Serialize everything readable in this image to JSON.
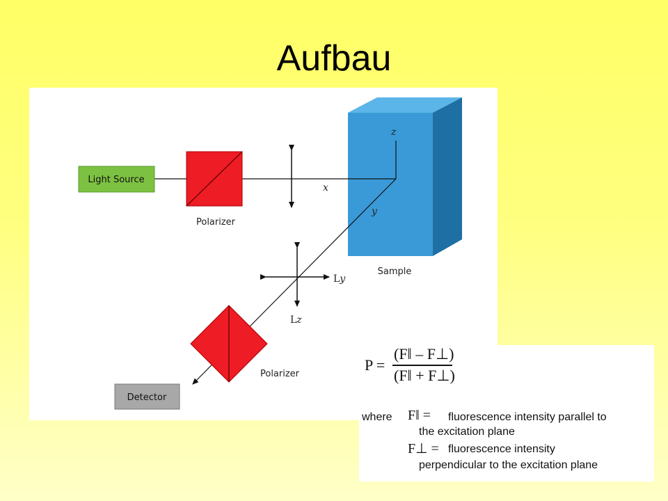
{
  "slide": {
    "title": "Aufbau"
  },
  "diagram": {
    "light_source_label": "Light Source",
    "polarizer1_label": "Polarizer",
    "polarizer2_label": "Polarizer",
    "sample_label": "Sample",
    "detector_label": "Detector",
    "axis_x": "x",
    "axis_y": "y",
    "axis_z": "z",
    "ly_label_prefix": "L",
    "ly_label_axis": "y",
    "lz_label_prefix": "L",
    "lz_label_axis": "z",
    "colors": {
      "light_source_fill": "#7dc142",
      "polarizer_fill": "#ee1c24",
      "sample_front": "#3a9ad8",
      "sample_side": "#1e6fa3",
      "sample_top": "#5cb5e8",
      "detector_fill": "#a8a8a8"
    }
  },
  "formula": {
    "lhs": "P =",
    "numerator": "(F‖ – F⊥)",
    "denominator": "(F‖ + F⊥)",
    "where_label": "where",
    "f_par_symbol": "F‖ =",
    "f_par_def_line1": "fluorescence intensity parallel to",
    "f_par_def_line2": "the excitation plane",
    "f_perp_symbol": "F⊥ =",
    "f_perp_def_line1": "fluorescence intensity",
    "f_perp_def_line2": "perpendicular to the excitation plane"
  }
}
